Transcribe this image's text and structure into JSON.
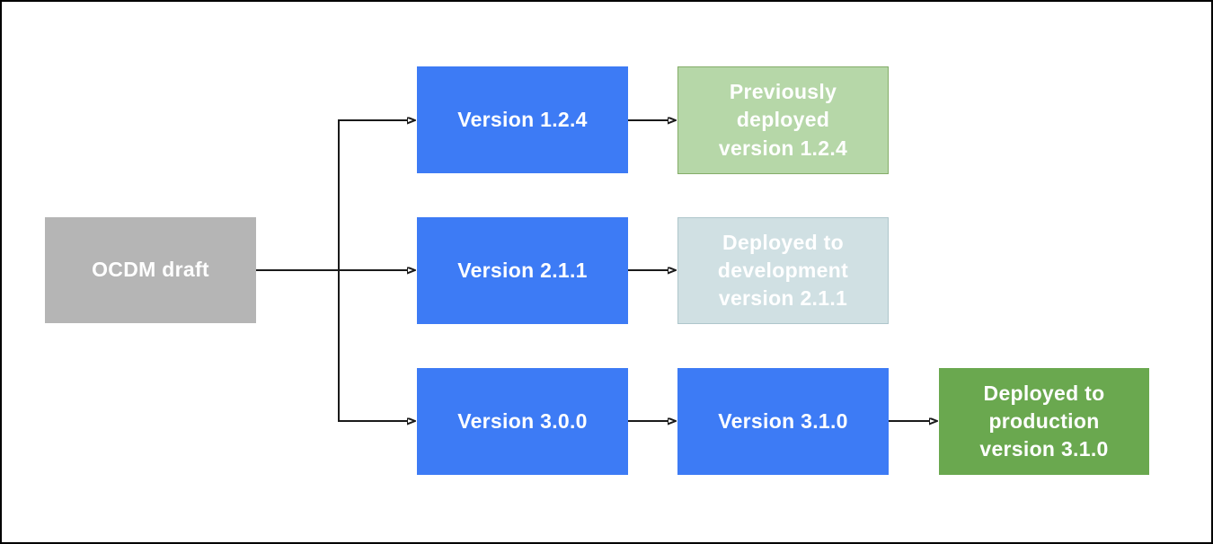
{
  "page": {
    "background": "#ffffff",
    "border_color": "#000000"
  },
  "palette": {
    "draft_gray": "#b5b5b5",
    "version_blue": "#3d7bf5",
    "previously_deployed_fill": "#b6d7a8",
    "previously_deployed_border": "#84ad68",
    "deployed_development_fill": "#d0e0e3",
    "deployed_development_border": "#aec6cb",
    "deployed_production_green": "#6aa84f",
    "node_text": "#ffffff",
    "connector": "#1a1a1a"
  },
  "nodes": {
    "draft": {
      "label": "OCDM draft"
    },
    "v124": {
      "label": "Version 1.2.4"
    },
    "v211": {
      "label": "Version 2.1.1"
    },
    "v300": {
      "label": "Version 3.0.0"
    },
    "v310": {
      "label": "Version 3.1.0"
    },
    "prev124": {
      "label": "Previously deployed version 1.2.4"
    },
    "dev211": {
      "label": "Deployed to development version 2.1.1"
    },
    "prod310": {
      "label": "Deployed to production version 3.1.0"
    }
  },
  "edges": [
    {
      "from": "draft",
      "to": "v124"
    },
    {
      "from": "draft",
      "to": "v211"
    },
    {
      "from": "draft",
      "to": "v300"
    },
    {
      "from": "v124",
      "to": "prev124"
    },
    {
      "from": "v211",
      "to": "dev211"
    },
    {
      "from": "v300",
      "to": "v310"
    },
    {
      "from": "v310",
      "to": "prod310"
    }
  ]
}
